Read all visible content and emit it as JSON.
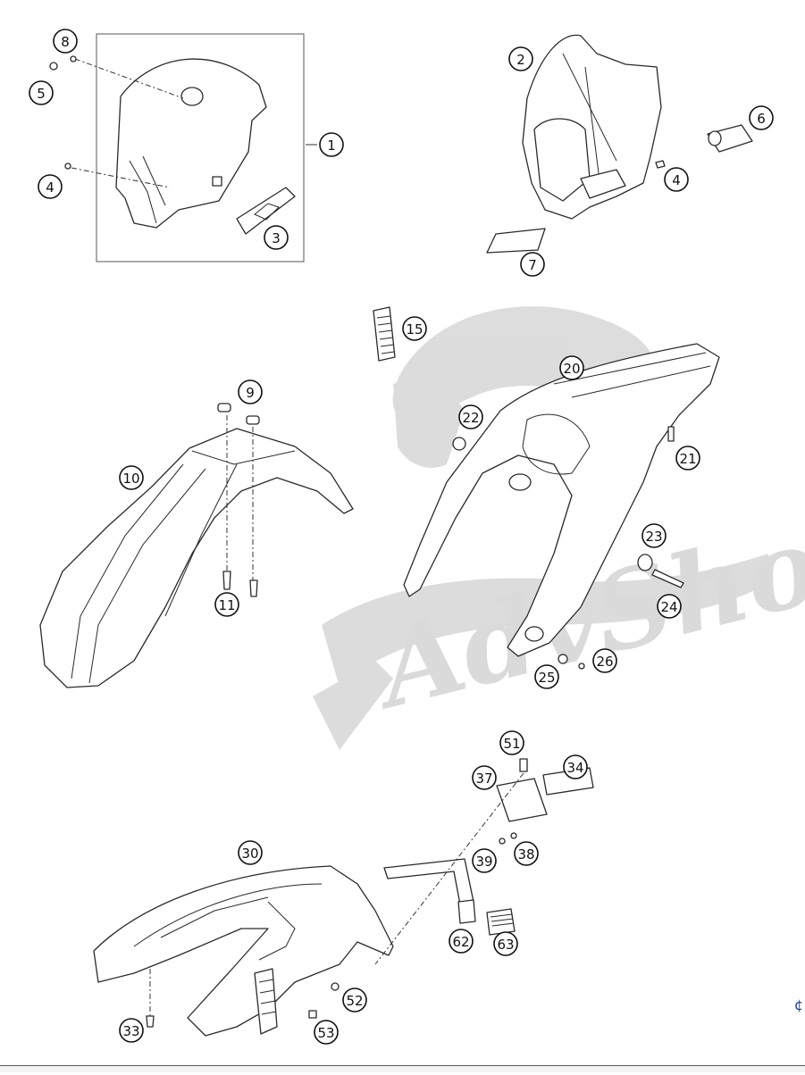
{
  "diagram": {
    "watermark_text": "AdvShop",
    "corner_mark": "¢",
    "callouts": [
      {
        "id": "c1",
        "label": "1"
      },
      {
        "id": "c2",
        "label": "2"
      },
      {
        "id": "c3",
        "label": "3"
      },
      {
        "id": "c4a",
        "label": "4"
      },
      {
        "id": "c4b",
        "label": "4"
      },
      {
        "id": "c5",
        "label": "5"
      },
      {
        "id": "c6",
        "label": "6"
      },
      {
        "id": "c7",
        "label": "7"
      },
      {
        "id": "c8",
        "label": "8"
      },
      {
        "id": "c9",
        "label": "9"
      },
      {
        "id": "c10",
        "label": "10"
      },
      {
        "id": "c11",
        "label": "11"
      },
      {
        "id": "c15",
        "label": "15"
      },
      {
        "id": "c20",
        "label": "20"
      },
      {
        "id": "c21",
        "label": "21"
      },
      {
        "id": "c22",
        "label": "22"
      },
      {
        "id": "c23",
        "label": "23"
      },
      {
        "id": "c24",
        "label": "24"
      },
      {
        "id": "c25",
        "label": "25"
      },
      {
        "id": "c26",
        "label": "26"
      },
      {
        "id": "c30",
        "label": "30"
      },
      {
        "id": "c33",
        "label": "33"
      },
      {
        "id": "c34",
        "label": "34"
      },
      {
        "id": "c37",
        "label": "37"
      },
      {
        "id": "c38",
        "label": "38"
      },
      {
        "id": "c39",
        "label": "39"
      },
      {
        "id": "c51",
        "label": "51"
      },
      {
        "id": "c52",
        "label": "52"
      },
      {
        "id": "c53",
        "label": "53"
      },
      {
        "id": "c62",
        "label": "62"
      },
      {
        "id": "c63",
        "label": "63"
      }
    ]
  }
}
